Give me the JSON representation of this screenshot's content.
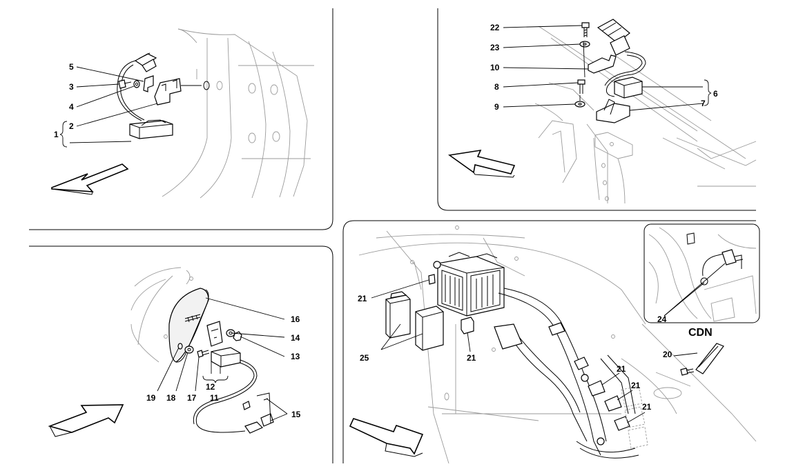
{
  "panels": {
    "top_left": {
      "labels": [
        "1",
        "2",
        "3",
        "4",
        "5"
      ]
    },
    "top_right": {
      "labels": [
        "22",
        "23",
        "10",
        "8",
        "9",
        "6",
        "7"
      ]
    },
    "bottom_left": {
      "labels": [
        "16",
        "14",
        "13",
        "19",
        "18",
        "17",
        "12",
        "11",
        "15"
      ]
    },
    "bottom_right": {
      "labels": [
        "21",
        "25",
        "21",
        "21",
        "21",
        "21",
        "20"
      ],
      "inset": {
        "labels": [
          "24"
        ],
        "caption": "CDN"
      }
    }
  }
}
